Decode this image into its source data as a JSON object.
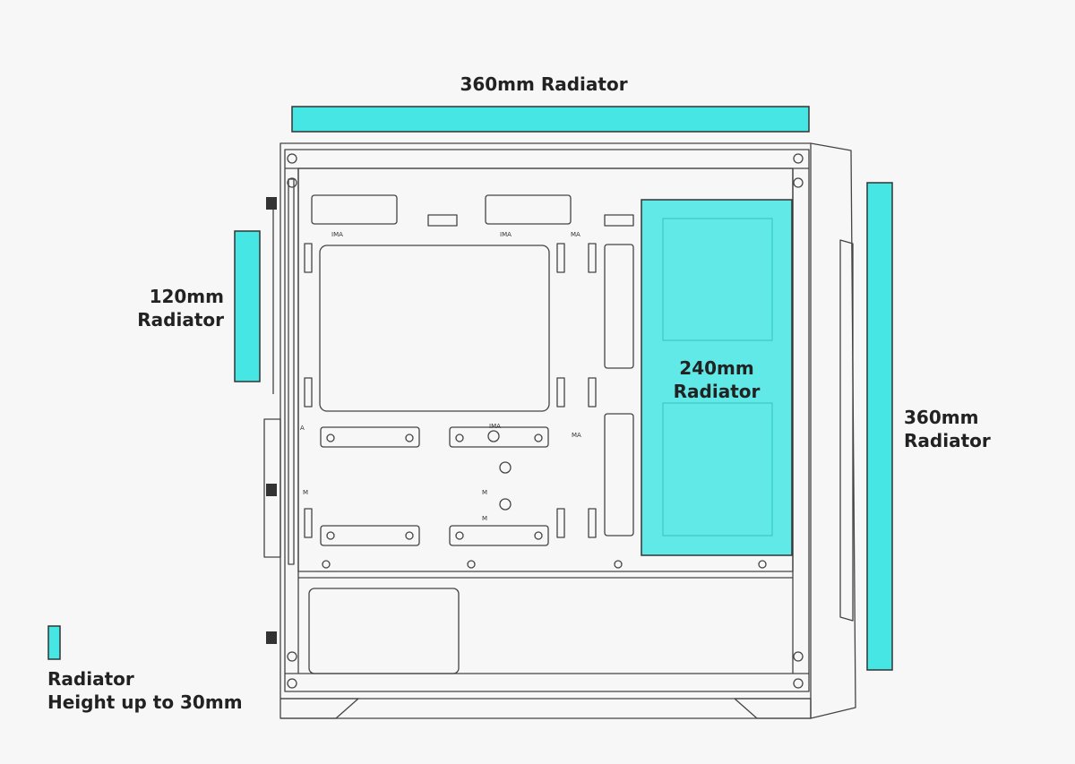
{
  "colors": {
    "background": "#f7f7f7",
    "radiator": "#45e6e4",
    "radiator_outline": "#333333",
    "case_line": "#444444"
  },
  "labels": {
    "top_radiator": "360mm Radiator",
    "side_radiator": "120mm\nRadiator",
    "front_inner_radiator": "240mm\nRadiator",
    "front_radiator": "360mm\nRadiator",
    "legend": "Radiator\nHeight up to 30mm"
  },
  "motherboard_marks": {
    "standoff_ima_1": "IMA",
    "standoff_ima_2": "IMA",
    "standoff_ma_1": "MA",
    "standoff_ma_2": "MA",
    "standoff_ima_3": "IMA",
    "standoff_a": "A",
    "standoff_m_1": "M",
    "standoff_m_2": "M",
    "standoff_m_3": "M"
  }
}
